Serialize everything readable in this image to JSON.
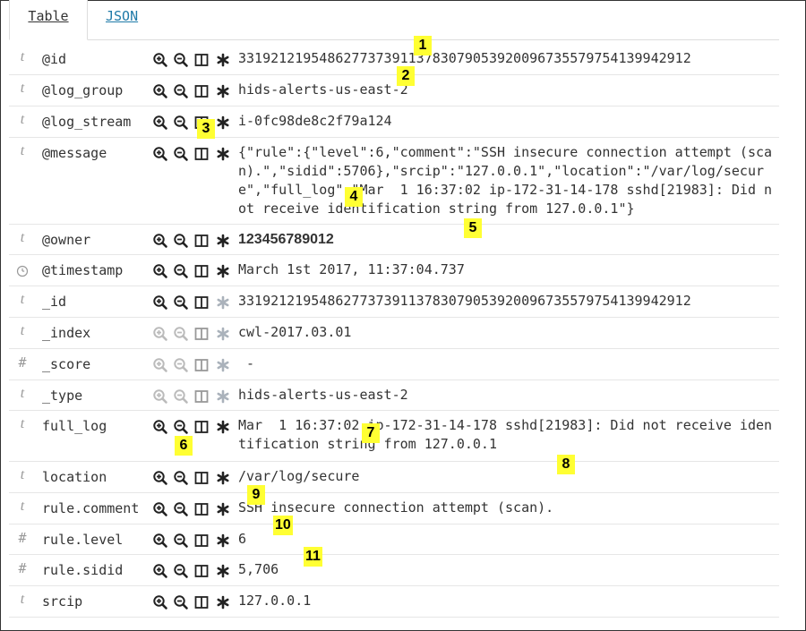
{
  "tabs": [
    {
      "label": "Table",
      "active": true
    },
    {
      "label": "JSON",
      "active": false
    }
  ],
  "icons": {
    "zoom_in": "magnify-plus-icon",
    "zoom_out": "magnify-minus-icon",
    "column": "toggle-column-icon",
    "filter": "asterisk-filter-icon",
    "clock": "clock-icon"
  },
  "colors": {
    "badge": "#ffff33",
    "link": "#1f7aa8"
  },
  "rows": [
    {
      "type": "t",
      "field": "@id",
      "value": "33192121954862773739113783079053920096735579754139942912",
      "badge": ""
    },
    {
      "type": "t",
      "field": "@log_group",
      "value": "hids-alerts-us-east-2",
      "badge": "1"
    },
    {
      "type": "t",
      "field": "@log_stream",
      "value": "i-0fc98de8c2f79a124",
      "badge": "2"
    },
    {
      "type": "t",
      "field": "@message",
      "value": "{\"rule\":{\"level\":6,\"comment\":\"SSH insecure connection attempt (scan).\",\"sidid\":5706},\"srcip\":\"127.0.0.1\",\"location\":\"/var/log/secure\",\"full_log\":\"Mar  1 16:37:02 ip-172-31-14-178 sshd[21983]: Did not receive identification string from 127.0.0.1\"}",
      "badge": "3"
    },
    {
      "type": "t",
      "field": "@owner",
      "value": "123456789012",
      "badge": "4"
    },
    {
      "type": "clock",
      "field": "@timestamp",
      "value": "March 1st 2017, 11:37:04.737",
      "badge": "5"
    },
    {
      "type": "t",
      "field": "_id",
      "value": "33192121954862773739113783079053920096735579754139942912",
      "badge": ""
    },
    {
      "type": "t",
      "field": "_index",
      "value": "cwl-2017.03.01",
      "badge": ""
    },
    {
      "type": "#",
      "field": "_score",
      "value": " -",
      "badge": ""
    },
    {
      "type": "t",
      "field": "_type",
      "value": "hids-alerts-us-east-2",
      "badge": ""
    },
    {
      "type": "t",
      "field": "full_log",
      "value": "Mar  1 16:37:02 ip-172-31-14-178 sshd[21983]: Did not receive identification string from 127.0.0.1",
      "badge": "6"
    },
    {
      "type": "t",
      "field": "location",
      "value": "/var/log/secure",
      "badge": "7"
    },
    {
      "type": "t",
      "field": "rule.comment",
      "value": "SSH insecure connection attempt (scan).",
      "badge": "8"
    },
    {
      "type": "#",
      "field": "rule.level",
      "value": "6",
      "badge": "9"
    },
    {
      "type": "#",
      "field": "rule.sidid",
      "value": "5,706",
      "badge": "10"
    },
    {
      "type": "t",
      "field": "srcip",
      "value": "127.0.0.1",
      "badge": "11"
    }
  ]
}
